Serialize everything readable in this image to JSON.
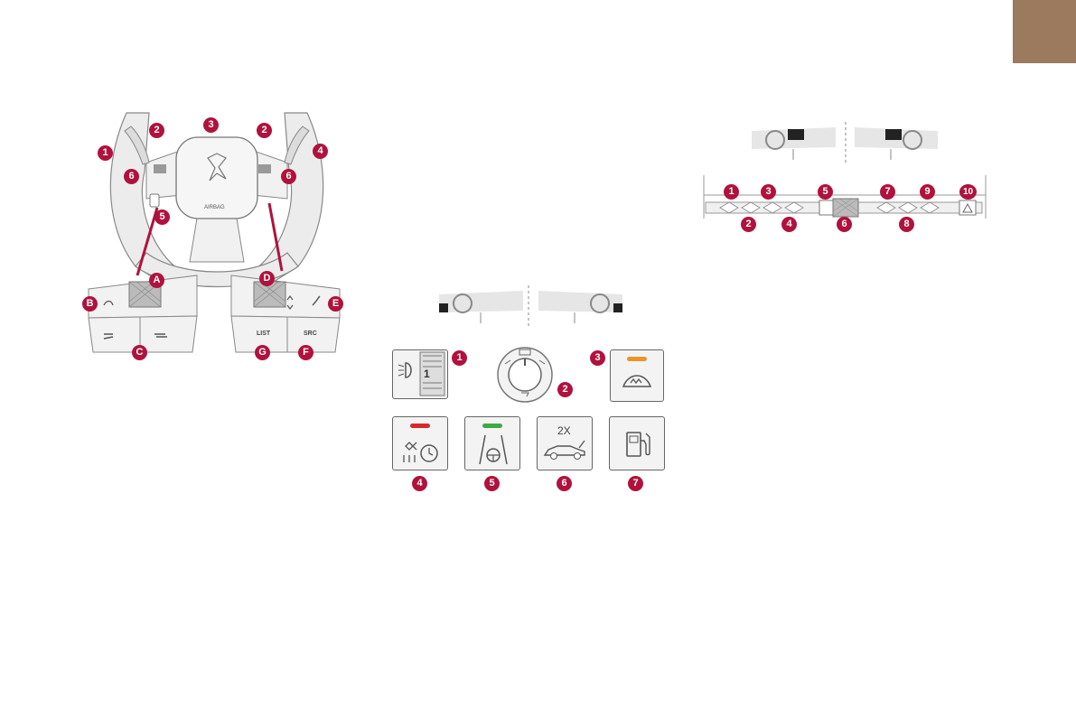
{
  "colors": {
    "tab_marker": "#9c7a5e",
    "callout": "#b0123d",
    "lamp_red": "#d62a2a",
    "lamp_green": "#3cab45",
    "lamp_orange": "#e8962a"
  },
  "wheel": {
    "hub_text": "AIRBAG",
    "callouts": [
      "1",
      "2",
      "3",
      "2",
      "4",
      "6",
      "6",
      "5"
    ],
    "left_control_callouts": [
      "A",
      "B",
      "C"
    ],
    "right_control_callouts": [
      "D",
      "E",
      "F",
      "G"
    ],
    "button_labels": {
      "list": "LIST",
      "src": "SRC"
    }
  },
  "console_panel": {
    "callouts": [
      "1",
      "2",
      "3",
      "4",
      "5",
      "6",
      "7"
    ],
    "icons": [
      "headlamp-beam-adjust-icon",
      "rotary-control-icon",
      "windscreen-demist-icon",
      "preconditioning-timer-icon",
      "lane-departure-icon",
      "rear-hatch-double-press-icon",
      "fuel-filler-icon"
    ],
    "hatch_label": "2X"
  },
  "top_strip": {
    "callouts_top": [
      "1",
      "3",
      "5",
      "7",
      "9",
      "10"
    ],
    "callouts_bottom": [
      "2",
      "4",
      "6",
      "8"
    ]
  }
}
